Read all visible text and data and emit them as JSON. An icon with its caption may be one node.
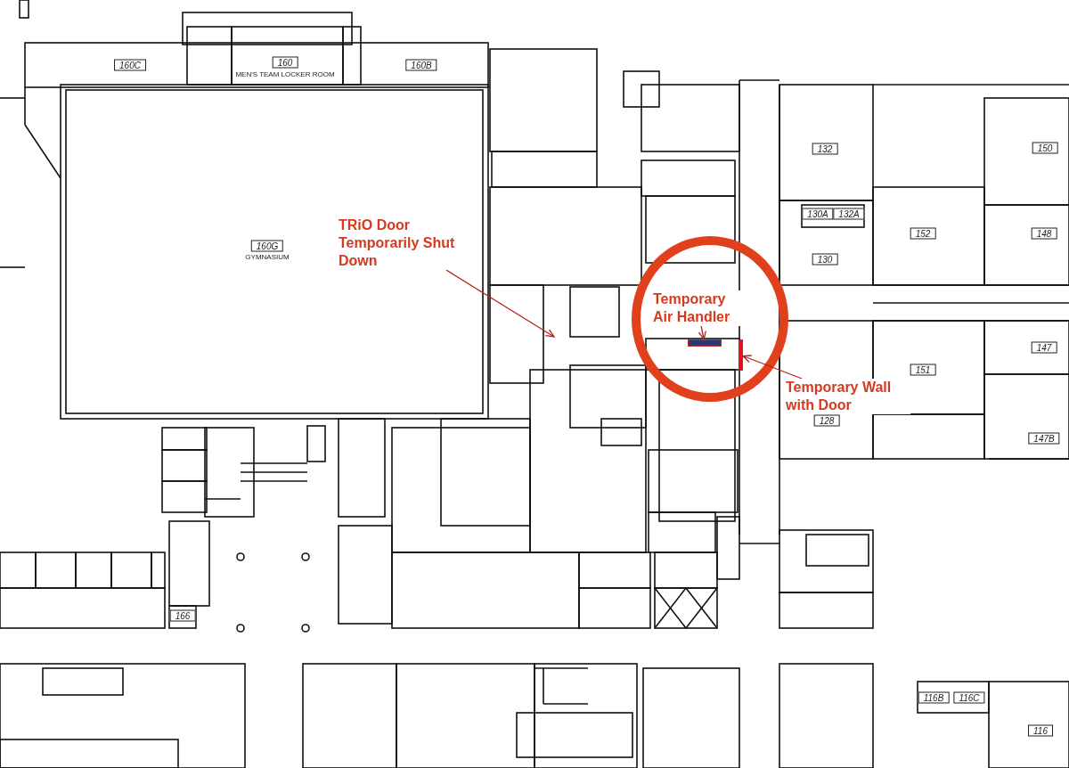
{
  "diagram": {
    "nodes": [
      {
        "text": [
          "TRiO Door Temporarily Shut Down"
        ]
      },
      {
        "text": [
          "Temporary Air Handler"
        ]
      },
      {
        "text": [],
        "shape": "box"
      },
      {
        "text": [
          "Temporary Wall with Door"
        ]
      },
      {
        "text": [],
        "shape": "bar"
      }
    ],
    "edges": [
      {
        "from": 0,
        "to": null,
        "arrow": "to"
      },
      {
        "from": 1,
        "to": 2,
        "arrow": "to"
      },
      {
        "from": 3,
        "to": 4,
        "arrow": "to"
      }
    ],
    "labels": [
      "160C",
      "160",
      "MEN'S TEAM LOCKER ROOM",
      "160B",
      "132",
      "150",
      "130A",
      "132A",
      "160G",
      "GYMNASIUM",
      "152",
      "148",
      "130",
      "147",
      "151",
      "128",
      "147B",
      "166",
      "116B",
      "116C",
      "116"
    ]
  }
}
